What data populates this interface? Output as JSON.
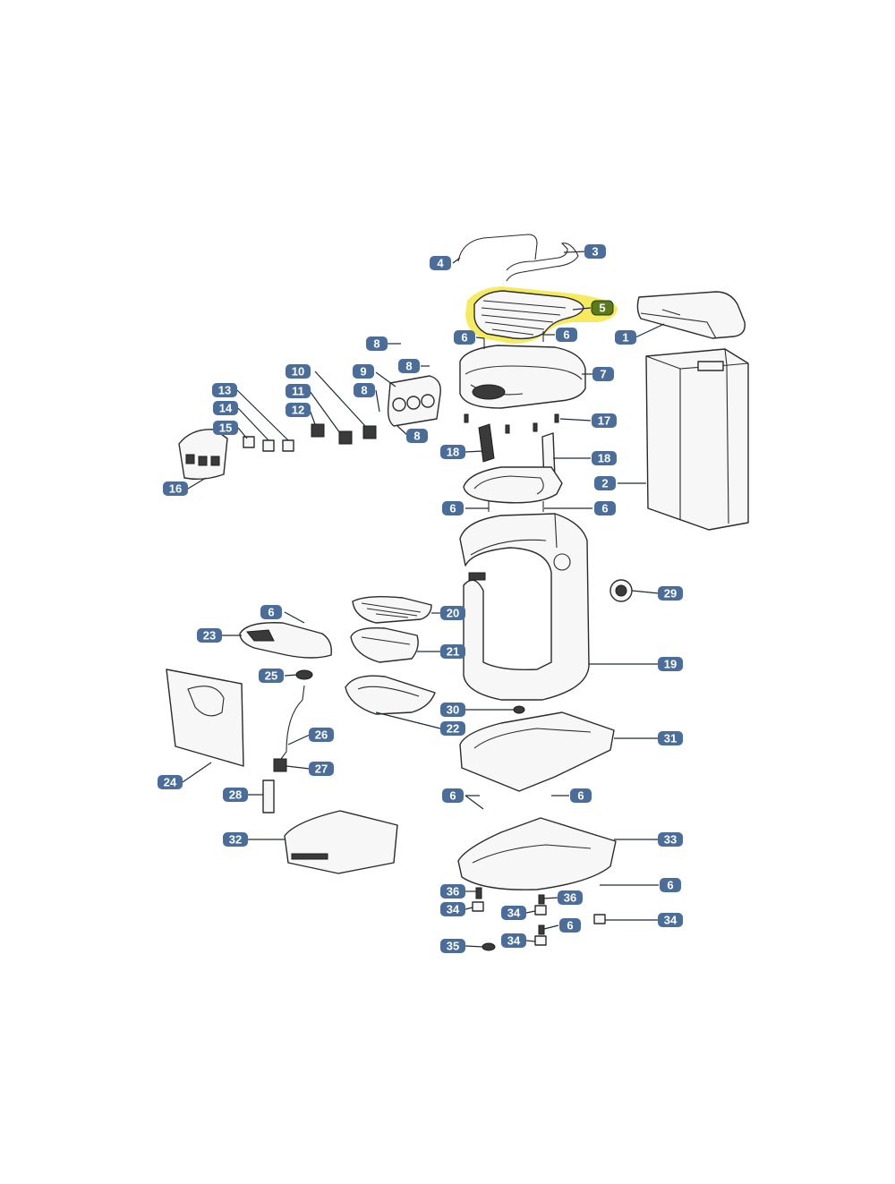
{
  "highlight_color": "#f5ea55",
  "badge_color": "#4a6d9a",
  "highlighted_part": "5",
  "callouts": {
    "c1": "1",
    "c2": "2",
    "c3": "3",
    "c4": "4",
    "c5": "5",
    "c6a": "6",
    "c6b": "6",
    "c6c": "6",
    "c6d": "6",
    "c6e": "6",
    "c6f": "6",
    "c6g": "6",
    "c6h": "6",
    "c6i": "6",
    "c6j": "6",
    "c7": "7",
    "c8a": "8",
    "c8b": "8",
    "c8c": "8",
    "c8d": "8",
    "c9": "9",
    "c10": "10",
    "c11": "11",
    "c12": "12",
    "c13": "13",
    "c14": "14",
    "c15": "15",
    "c16": "16",
    "c17": "17",
    "c18a": "18",
    "c18b": "18",
    "c19": "19",
    "c20": "20",
    "c21": "21",
    "c22": "22",
    "c23": "23",
    "c24": "24",
    "c25": "25",
    "c26": "26",
    "c27": "27",
    "c28": "28",
    "c29": "29",
    "c30": "30",
    "c31": "31",
    "c32": "32",
    "c33": "33",
    "c34a": "34",
    "c34b": "34",
    "c34c": "34",
    "c34d": "34",
    "c35": "35",
    "c36a": "36",
    "c36b": "36"
  }
}
